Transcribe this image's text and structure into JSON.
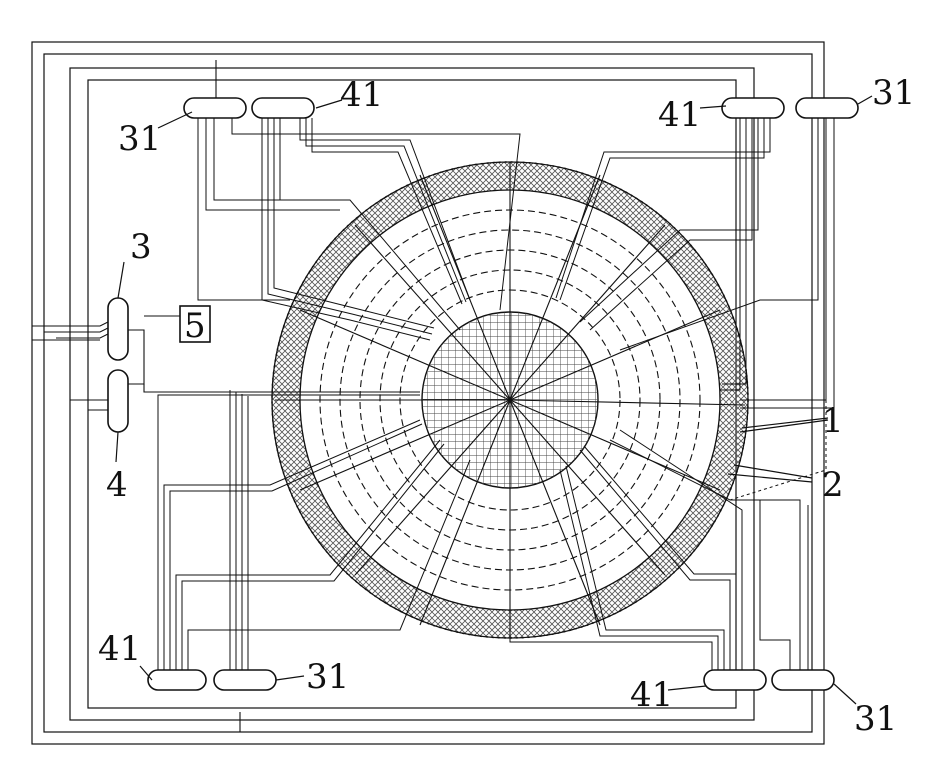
{
  "labels": {
    "tl_31": "31",
    "tl_41": "41",
    "tr_41": "41",
    "tr_31": "31",
    "c3": "3",
    "c4": "4",
    "c5": "5",
    "r1": "1",
    "r2": "2",
    "bl_41": "41",
    "bl_31": "31",
    "br_41": "41",
    "br_31": "31"
  },
  "colors": {
    "line": "#111111",
    "hatch": "#555555",
    "background": "#ffffff"
  }
}
